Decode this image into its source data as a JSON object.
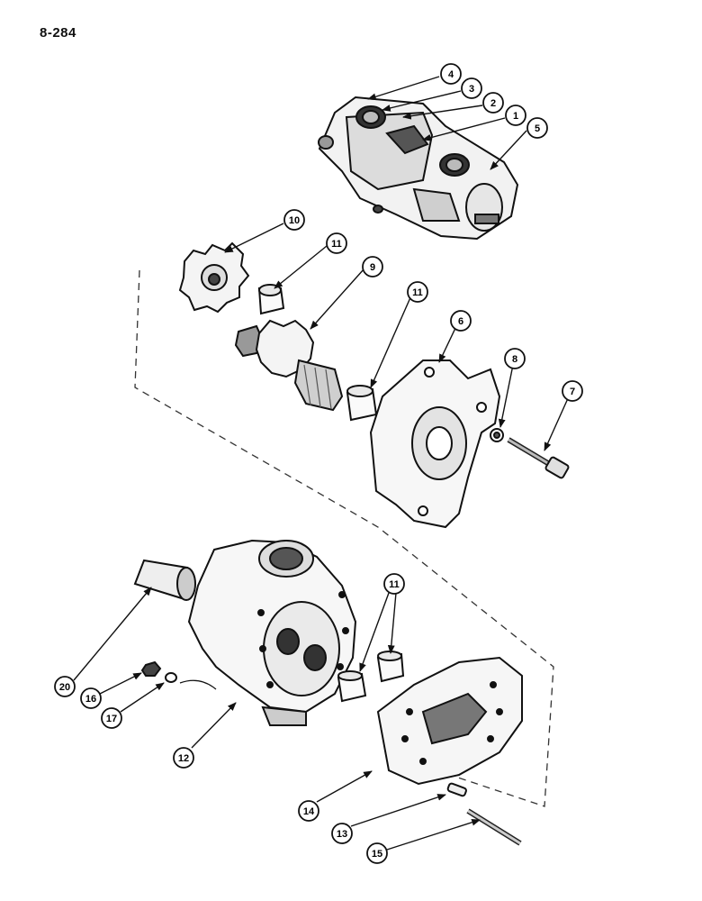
{
  "page": {
    "number": "8-284"
  },
  "callouts": [
    {
      "id": "c4",
      "label": "4"
    },
    {
      "id": "c3",
      "label": "3"
    },
    {
      "id": "c2",
      "label": "2"
    },
    {
      "id": "c1",
      "label": "1"
    },
    {
      "id": "c5",
      "label": "5"
    },
    {
      "id": "c10",
      "label": "10"
    },
    {
      "id": "c11a",
      "label": "11"
    },
    {
      "id": "c9",
      "label": "9"
    },
    {
      "id": "c11b",
      "label": "11"
    },
    {
      "id": "c6",
      "label": "6"
    },
    {
      "id": "c8",
      "label": "8"
    },
    {
      "id": "c7",
      "label": "7"
    },
    {
      "id": "c11c",
      "label": "11"
    },
    {
      "id": "c20",
      "label": "20"
    },
    {
      "id": "c16",
      "label": "16"
    },
    {
      "id": "c17",
      "label": "17"
    },
    {
      "id": "c12",
      "label": "12"
    },
    {
      "id": "c14",
      "label": "14"
    },
    {
      "id": "c13",
      "label": "13"
    },
    {
      "id": "c15",
      "label": "15"
    }
  ]
}
